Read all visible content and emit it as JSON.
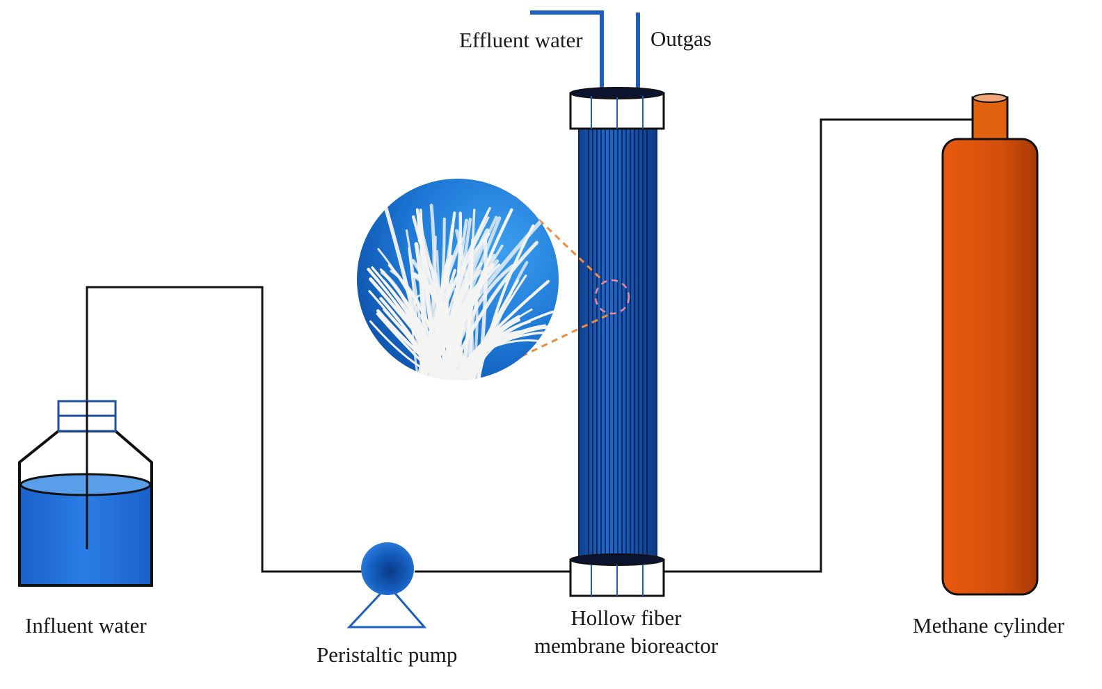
{
  "labels": {
    "effluent": "Effluent water",
    "outgas": "Outgas",
    "influent": "Influent water",
    "pump": "Peristaltic pump",
    "reactor_line1": "Hollow fiber",
    "reactor_line2": "membrane bioreactor",
    "cylinder": "Methane cylinder"
  },
  "colors": {
    "tube_line": "#111111",
    "outlet_pipe": "#1c5fbf",
    "water": "#1e6fd9",
    "reactor_blue": "#1553b0",
    "pump_blue": "#1058b8",
    "cylinder_orange": "#d9520b",
    "zoom_dash": "#ef8a3d"
  },
  "icons": {
    "pump": "pump-icon",
    "bottle": "bottle-icon",
    "cylinder": "gas-cylinder-icon",
    "reactor": "membrane-reactor-icon",
    "inset": "hollow-fiber-inset"
  }
}
